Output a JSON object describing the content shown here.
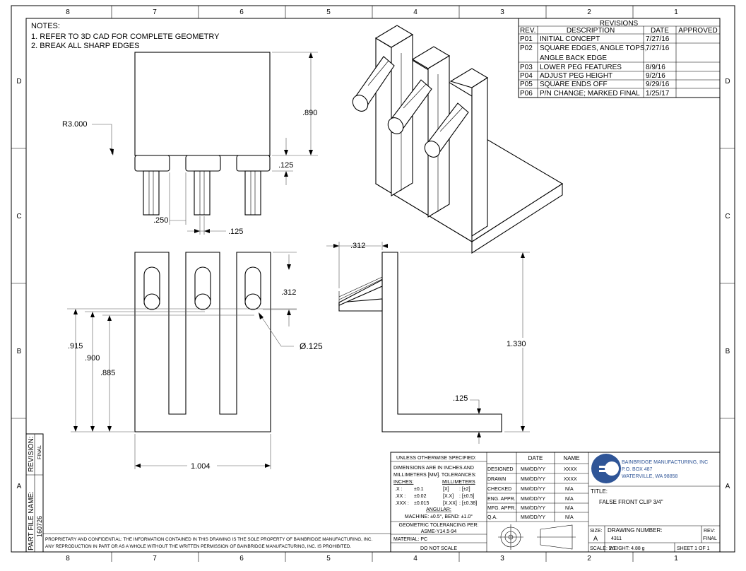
{
  "zones": {
    "cols": [
      "8",
      "7",
      "6",
      "5",
      "4",
      "3",
      "2",
      "1"
    ],
    "rows": [
      "D",
      "C",
      "B",
      "A"
    ]
  },
  "notes": {
    "heading": "NOTES:",
    "items": [
      "1.  REFER TO 3D CAD FOR COMPLETE GEOMETRY",
      "2.  BREAK ALL SHARP EDGES"
    ]
  },
  "dims": {
    "radius": "R3.000",
    "height_top": ".890",
    "base_height": ".125",
    "spacing": ".250",
    "slot_width": ".125",
    "peg_offset": ".312",
    "h1": ".915",
    "h2": ".900",
    "h3": ".885",
    "diameter": "Ø.125",
    "width": "1.004",
    "side_offset": ".312",
    "side_height": "1.330",
    "side_base": ".125"
  },
  "revisions": {
    "title": "REVISIONS",
    "headers": [
      "REV.",
      "DESCRIPTION",
      "DATE",
      "APPROVED"
    ],
    "rows": [
      {
        "rev": "P01",
        "desc": "INITIAL CONCEPT",
        "date": "7/27/16"
      },
      {
        "rev": "P02",
        "desc": "SQUARE EDGES, ANGLE TOPS,",
        "desc2": "ANGLE BACK EDGE",
        "date": "7/27/16"
      },
      {
        "rev": "P03",
        "desc": "LOWER PEG FEATURES",
        "date": "8/9/16"
      },
      {
        "rev": "P04",
        "desc": "ADJUST PEG HEIGHT",
        "date": "9/2/16"
      },
      {
        "rev": "P05",
        "desc": "SQUARE ENDS OFF",
        "date": "9/29/16"
      },
      {
        "rev": "P06",
        "desc": "P/N CHANGE; MARKED FINAL",
        "date": "1/25/17"
      }
    ]
  },
  "side_strip": {
    "revision_label": "REVISION:",
    "revision_value": "FINAL",
    "file_label": "PART FILE NAME:",
    "file_value": "160726"
  },
  "tolerance": {
    "header": "UNLESS OTHERWISE SPECIFIED:",
    "line1": "DIMENSIONS ARE IN INCHES AND",
    "line2": "MILLIMETERS [MM]. TOLERANCES:",
    "inches_label": "INCHES:",
    "mm_label": "MILLIMETERS",
    "rows": [
      {
        "in": ".X :",
        "in_tol": "±0.1",
        "mm": "[X]",
        "mm_tol": ": [±2]"
      },
      {
        "in": ".XX :",
        "in_tol": "±0.02",
        "mm": "[X.X]",
        "mm_tol": ": [±0.5]"
      },
      {
        "in": ".XXX :",
        "in_tol": "±0.015",
        "mm": "[X.XX]",
        "mm_tol": ": [±0.38]"
      }
    ],
    "angular_label": "ANGULAR:",
    "angular_value": "MACHINE: ±0.5°, BEND: ±1.0°",
    "gdt1": "GEOMETRIC TOLERANCING PER:",
    "gdt2": "ASME-Y14.5-94",
    "material": "MATERIAL: PC",
    "noscale": "DO NOT SCALE"
  },
  "approvals": {
    "headers": [
      "",
      "DATE",
      "NAME"
    ],
    "rows": [
      {
        "role": "DESIGNED",
        "date": "MM/DD/YY",
        "name": "XXXX"
      },
      {
        "role": "DRAWN",
        "date": "MM/DD/YY",
        "name": "XXXX"
      },
      {
        "role": "CHECKED",
        "date": "MM/DD/YY",
        "name": "N/A"
      },
      {
        "role": "ENG. APPR.",
        "date": "MM/DD/YY",
        "name": "N/A"
      },
      {
        "role": "MFG. APPR.",
        "date": "MM/DD/YY",
        "name": "N/A"
      },
      {
        "role": "Q.A.",
        "date": "MM/DD/YY",
        "name": "N/A"
      }
    ]
  },
  "company": {
    "name": "BAINBRIDGE MANUFACTURING, INC",
    "address1": "P.O. BOX 487",
    "address2": "WATERVILLE, WA 98858",
    "logo_color": "#2f5597"
  },
  "title_block": {
    "title_label": "TITLE:",
    "title_value": "FALSE FRONT CLIP 3/4\"",
    "size_label": "SIZE:",
    "size_value": "A",
    "drawing_number_label": "DRAWING NUMBER:",
    "drawing_number_value": "4311",
    "rev_label": "REV:",
    "rev_value": "FINAL",
    "scale": "SCALE: 2:1",
    "weight": "WEIGHT: 4.88 g",
    "sheet": "SHEET 1 OF 1"
  },
  "disclaimer": {
    "line1": "PROPRIETARY AND CONFIDENTIAL: THE INFORMATION CONTAINED IN THIS DRAWING IS THE SOLE PROPERTY OF BAINBRIDGE MANUFACTURING, INC.",
    "line2": "ANY REPRODUCTION IN PART OR AS A WHOLE WITHOUT THE WRITTEN PERMISSION OF BAINBRIDGE MANUFACTURING, INC. IS PROHIBITED."
  }
}
